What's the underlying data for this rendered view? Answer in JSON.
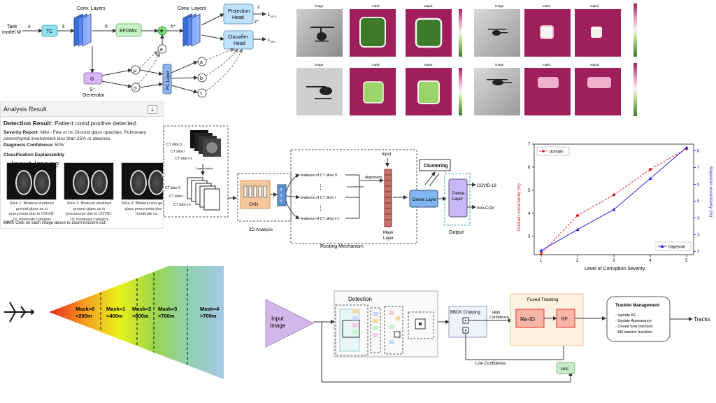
{
  "arch": {
    "task_model": [
      "Task",
      "model M"
    ],
    "x": "x",
    "x_hat": "x̂",
    "h": "h",
    "h_plus": "h⁺",
    "tc": "TC",
    "efdmix": "EFDMix",
    "conv1": "Conv. Layers",
    "conv2": "Conv. Layers",
    "proj": [
      "Projection",
      "Head"
    ],
    "cls": [
      "Classifier",
      "Head"
    ],
    "z": "z",
    "z_plus": "z⁺",
    "loss1": "L",
    "loss1_sub": "NCE",
    "loss2": "L",
    "loss2_sub": "M.D",
    "g": "G",
    "s_plus": "S⁺",
    "generator": "Generator",
    "mu": "μ",
    "sigma": "σ",
    "e": "e",
    "fc": "FC Layer",
    "a": "a",
    "b": "b",
    "t": "τ"
  },
  "heli": {
    "headers": [
      "image",
      "mask",
      "output"
    ],
    "colors": {
      "bg": "#9e1f5c",
      "mask_dark": "#3d7a2a",
      "mask_light": "#9bd46a",
      "white": "#f3f2ea"
    }
  },
  "card": {
    "title": "Analysis Result",
    "download_icon": "download-icon",
    "detection_label": "Detection Result:",
    "detection_value": " Patient covid positive detected.",
    "severity_label": "Severity Report:",
    "severity_value": " Mild - Few or no Ground glass opacities. Pulmonary parenchymal involvement less than 25% or absense.",
    "confidence_label": "Diagnosis Confidence:",
    "confidence_value": " 50%",
    "explain_label": "Classification Explainability",
    "overlay_text": "Input Image",
    "slices": [
      "Slice 1: Bilateral shadows ground-glass as in pneumonia due to COVID-19; moderate category",
      "Slice 2: Bilateral shadows ground-glass as in pneumonia due to COVID-19; moderate category",
      "Slice 3: Bilateral sha ground-glass pneumonia due 19; moderate ca"
    ],
    "hint_label": "HINT:",
    "hint_value": " Click on each image above to zoom-in/zoom-out."
  },
  "ct": {
    "ct0": "CT slice 0",
    "cti": "CT slice i",
    "ctt": "CT slice t-1",
    "seg": "Segmentation",
    "cnn": "CNN",
    "rnn": [
      "R",
      "N",
      "N"
    ],
    "analysis": "3D Analysis",
    "f0": "features of CT slice 0",
    "fi": "features of CT slice i",
    "ft": "features of CT slice t-1",
    "concat": "concatenation",
    "align": "alignment",
    "input": "Input",
    "mask_layer": [
      "Mask",
      "Layer"
    ],
    "routing": "Routing Mechanism",
    "clustering": "Clustering",
    "dense": "Dense Layer",
    "dense2": [
      "Dense",
      "Layer"
    ],
    "covid": "COVID-19",
    "noncov": "non-COV",
    "output": "Output"
  },
  "chart_data": {
    "type": "line",
    "x": [
      1,
      2,
      3,
      4,
      5
    ],
    "xlabel": "Level of Corruption Severity",
    "ylabel": "Domain uncertainty (%)",
    "y2label": "Bayesian uncertainty (%)",
    "ylim": [
      2.2,
      7.0
    ],
    "y2lim": [
      1.8,
      8.4
    ],
    "xticks": [
      "1",
      "2",
      "3",
      "4",
      "5"
    ],
    "yticks": [
      "2",
      "3",
      "4",
      "5",
      "6",
      "7"
    ],
    "y2ticks": [
      "2",
      "3",
      "4",
      "5",
      "6",
      "7",
      "8"
    ],
    "series": [
      {
        "name": "domain",
        "axis": "left",
        "color": "#e31a1c",
        "dash": true,
        "marker": "circle",
        "values": [
          2.25,
          3.9,
          4.8,
          5.9,
          6.8
        ]
      },
      {
        "name": "bayesian",
        "axis": "right",
        "color": "#2222ee",
        "dash": false,
        "marker": "triangle",
        "values": [
          2.05,
          3.3,
          4.5,
          6.35,
          8.2
        ]
      }
    ]
  },
  "cone": {
    "plane_icon": "airplane-icon",
    "labels": [
      [
        "Mask=0",
        "<200m"
      ],
      [
        "Mask=1",
        "<400m"
      ],
      [
        "Mask=2",
        "<600m"
      ],
      [
        "Mask=3",
        "<700m"
      ],
      [
        "Mask=4",
        ">700m"
      ]
    ]
  },
  "track": {
    "input": [
      "Input",
      "Image"
    ],
    "detection": "Detection",
    "bbox": "BBOX Cropping",
    "high": [
      "High",
      "Confidence"
    ],
    "low": "Low Confidence",
    "fused": "Fused Tracking",
    "reid": "Re-ID",
    "kf": "KF",
    "cmc": "cmc",
    "mgmt_title": "Tracklet Management",
    "mgmt_items": [
      "- Update KF",
      "- Update Appearance",
      "- Create new tracklets",
      "- Kill inactive tracklets"
    ],
    "tracks": "Tracks"
  }
}
